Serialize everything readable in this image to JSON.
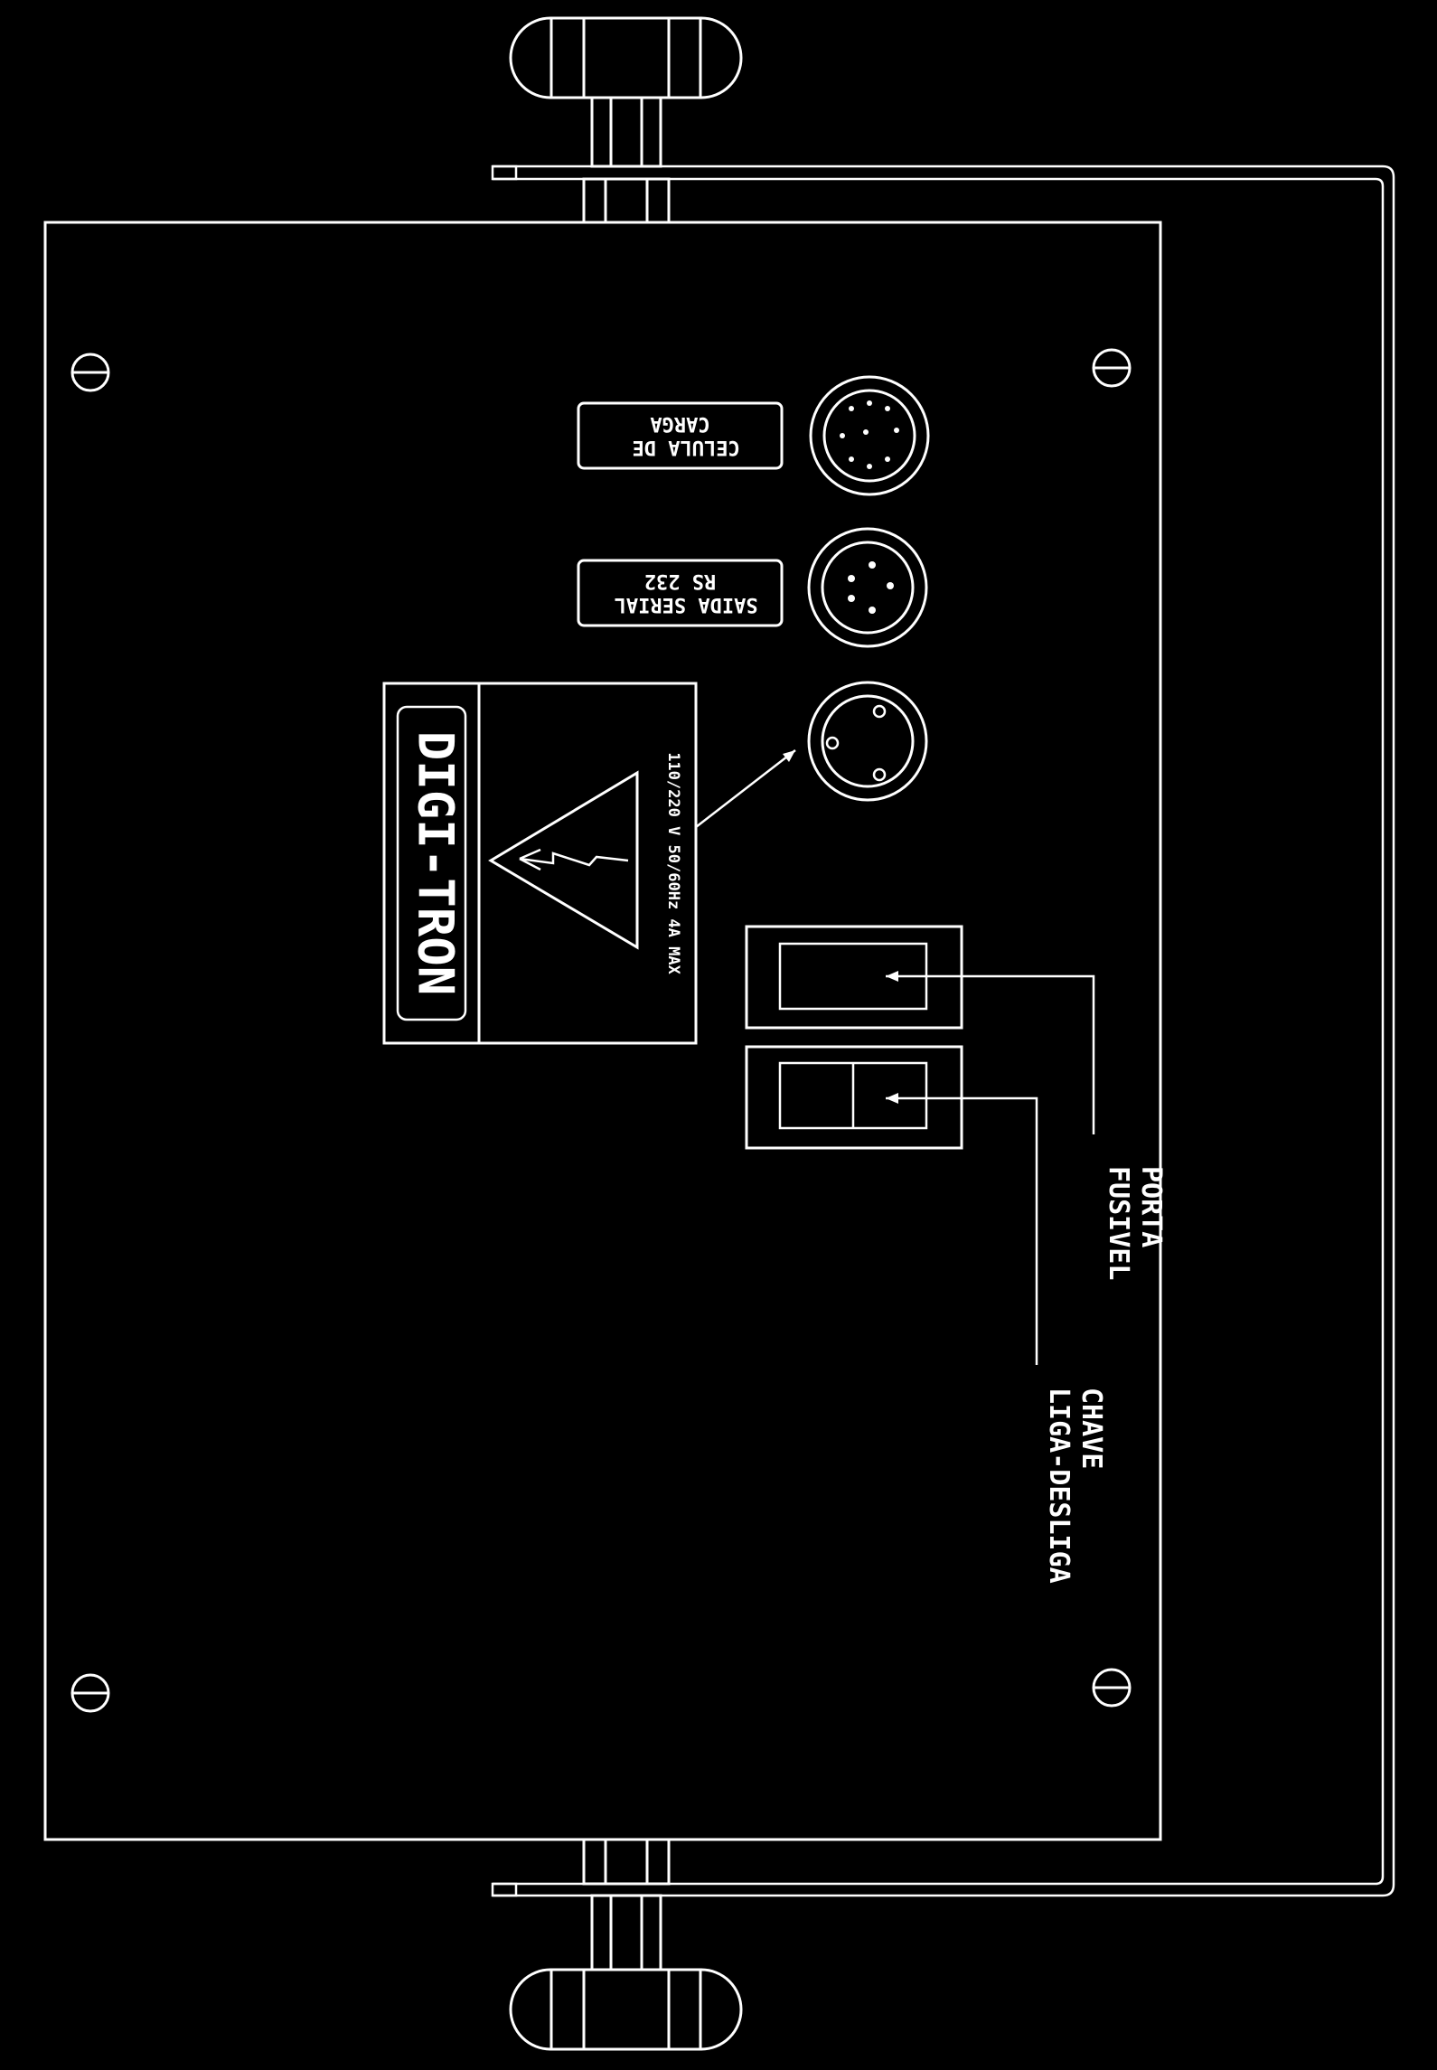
{
  "colors": {
    "background": "#000000",
    "lines": "#ffffff"
  },
  "labels": {
    "load_cell": [
      "CELULA DE",
      "CARGA"
    ],
    "serial_output": [
      "SAIDA SERIAL",
      "RS 232"
    ],
    "warning_rating": "110/220 V 50/60Hz 4A MAX",
    "brand": "DIGI-TRON",
    "fuse_holder": [
      "PORTA",
      "FUSIVEL"
    ],
    "power_switch": [
      "CHAVE",
      "LIGA-DESLIGA"
    ]
  },
  "icons": [
    "high-voltage-warning-icon",
    "screw-icon",
    "knob-icon"
  ]
}
